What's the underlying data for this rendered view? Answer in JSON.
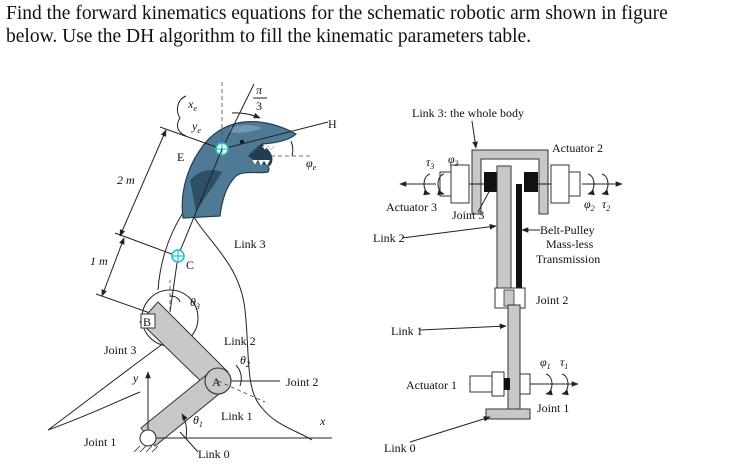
{
  "problem": {
    "line1": "Find the forward kinematics equations for the schematic robotic arm shown in figure",
    "line2": "below. Use the DH algorithm to fill the kinematic parameters table."
  },
  "left_figure": {
    "dim_upper": "2 m",
    "dim_lower": "1 m",
    "point_E": "E",
    "point_C": "C",
    "point_B": "B",
    "point_A": "A",
    "point_H": "H",
    "xe": "x",
    "xe_sub": "e",
    "ye": "y",
    "ye_sub": "e",
    "pi": "π",
    "three": "3",
    "phi_e": "φ",
    "phi_e_sub": "e",
    "theta3": "θ",
    "theta3_sub": "3",
    "theta2": "θ",
    "theta2_sub": "2",
    "theta1": "θ",
    "theta1_sub": "1",
    "link3": "Link 3",
    "link2": "Link 2",
    "link1": "Link 1",
    "link0": "Link 0",
    "joint3": "Joint 3",
    "joint2": "Joint 2",
    "joint1": "Joint 1",
    "axis_y": "y",
    "axis_x": "x"
  },
  "right_figure": {
    "link3_title": "Link 3: the whole body",
    "actuator2": "Actuator 2",
    "actuator3": "Actuator 3",
    "actuator1": "Actuator 1",
    "joint3": "Joint 3",
    "joint2": "Joint 2",
    "joint1": "Joint 1",
    "link2": "Link 2",
    "link1": "Link 1",
    "link0": "Link 0",
    "belt_line1": "Belt-Pulley",
    "belt_line2": "Mass-less",
    "belt_line3": "Transmission",
    "tau3": "τ",
    "tau3_sub": "3",
    "phi3": "φ",
    "phi3_sub": "3",
    "phi2": "φ",
    "phi2_sub": "2",
    "tau2": "τ",
    "tau2_sub": "2",
    "phi1": "φ",
    "phi1_sub": "1",
    "tau1": "τ",
    "tau1_sub": "1"
  },
  "colors": {
    "link_fill": "#c8c8c8",
    "dino_skin": "#4f7a96",
    "dino_dark": "#243c52",
    "target_marker": "#1ec0c8"
  }
}
